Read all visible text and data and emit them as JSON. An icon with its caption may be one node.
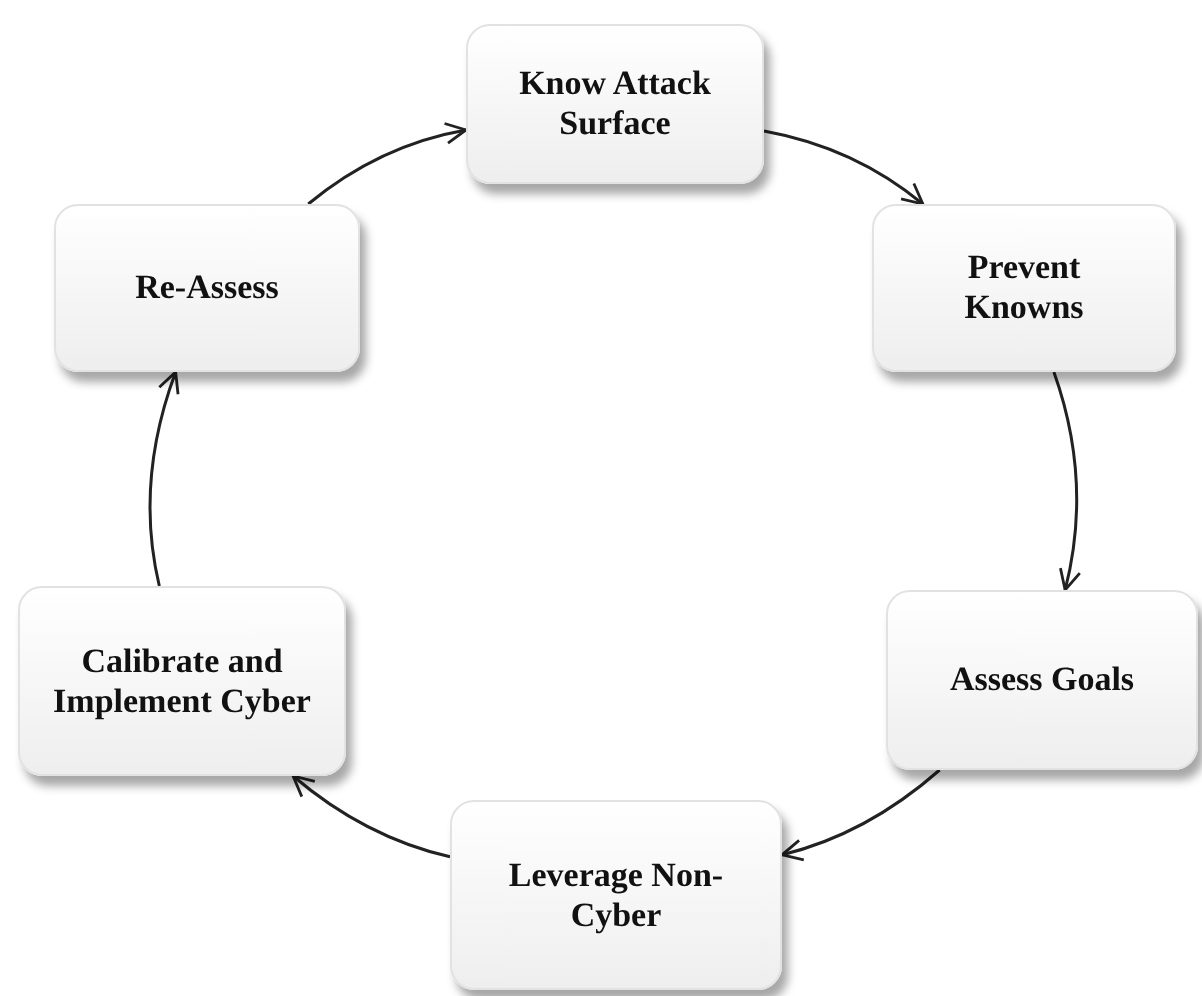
{
  "diagram": {
    "nodes": [
      {
        "text": [
          "Know Attack Surface"
        ]
      },
      {
        "text": [
          "Re-Assess"
        ]
      },
      {
        "text": [
          "Prevent Knowns"
        ]
      },
      {
        "text": [
          "Calibrate and Implement Cyber"
        ]
      },
      {
        "text": [
          "Assess Goals"
        ]
      },
      {
        "text": [
          "Leverage Non-Cyber"
        ]
      }
    ],
    "edges": [
      {
        "from": 1,
        "to": 0,
        "arrow": "to"
      },
      {
        "from": 0,
        "to": 2,
        "arrow": "to"
      },
      {
        "from": 2,
        "to": 4,
        "arrow": "to"
      },
      {
        "from": 4,
        "to": 5,
        "arrow": "to"
      },
      {
        "from": 5,
        "to": 3,
        "arrow": "to"
      },
      {
        "from": 3,
        "to": 1,
        "arrow": "to"
      }
    ]
  }
}
